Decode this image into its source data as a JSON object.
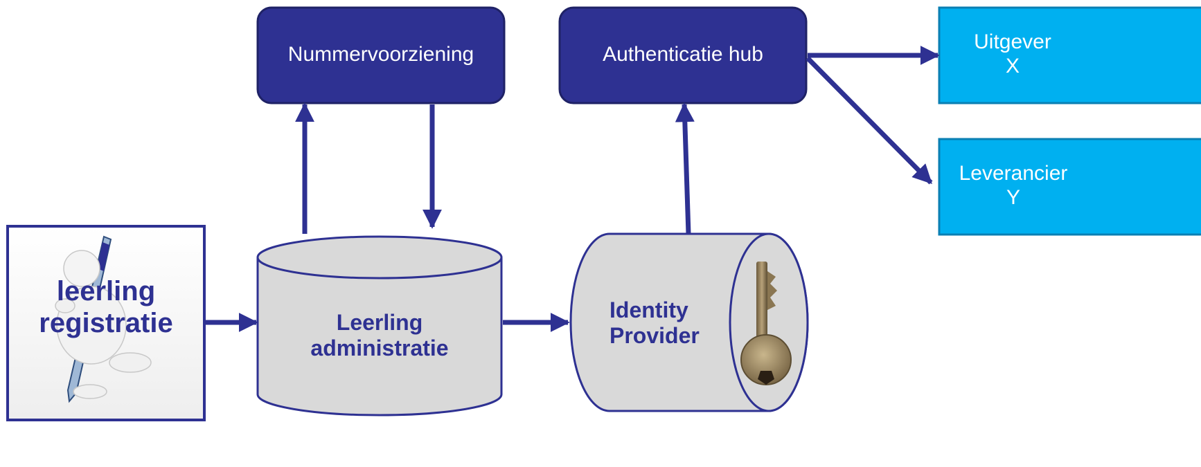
{
  "nodes": {
    "nummervoorziening": {
      "label": "Nummervoorziening"
    },
    "authenticatie_hub": {
      "label": "Authenticatie hub"
    },
    "uitgever": {
      "line1": "Uitgever",
      "line2": "X"
    },
    "leverancier": {
      "line1": "Leverancier",
      "line2": "Y"
    },
    "leerling_registratie": {
      "line1": "leerling",
      "line2": "registratie"
    },
    "leerling_administratie": {
      "line1": "Leerling",
      "line2": "administratie"
    },
    "identity_provider": {
      "line1": "Identity",
      "line2": "Provider"
    }
  },
  "colors": {
    "dark_navy": "#2e3192",
    "cyan": "#00b0f0",
    "cylinder_fill": "#d9d9d9",
    "arrow": "#2e3192"
  },
  "icons": {
    "registration_figure": "person-with-pen-icon",
    "key": "key-icon"
  }
}
